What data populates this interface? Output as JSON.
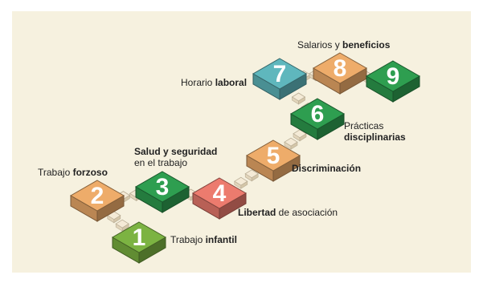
{
  "colors": {
    "background": "#f6f1df",
    "green_light": "#7cb342",
    "green": "#2e9e50",
    "orange": "#eeac6a",
    "salmon": "#ec7b6e",
    "teal": "#5fb7bd",
    "connector": "#f4ead6"
  },
  "steps": [
    {
      "number": "1",
      "label_plain": "Trabajo ",
      "label_bold": "infantil",
      "color": "#7cb342"
    },
    {
      "number": "2",
      "label_plain": "Trabajo ",
      "label_bold": "forzoso",
      "color": "#eeac6a"
    },
    {
      "number": "3",
      "label_bold_line1": "Salud y seguridad",
      "label_line2": "en el trabajo",
      "color": "#2e9e50"
    },
    {
      "number": "4",
      "label_bold": "Libertad",
      "label_plain": " de asociación",
      "color": "#ec7b6e"
    },
    {
      "number": "5",
      "label_bold": "Discriminación",
      "color": "#eeac6a"
    },
    {
      "number": "6",
      "label_line1": "Prácticas",
      "label_bold_line2": "disciplinarias",
      "color": "#2e9e50"
    },
    {
      "number": "7",
      "label_plain": "Horario ",
      "label_bold": "laboral",
      "color": "#5fb7bd"
    },
    {
      "number": "8",
      "label_plain": "Salarios y ",
      "label_bold": "beneficios",
      "color": "#eeac6a"
    },
    {
      "number": "9",
      "color": "#2e9e50"
    }
  ]
}
